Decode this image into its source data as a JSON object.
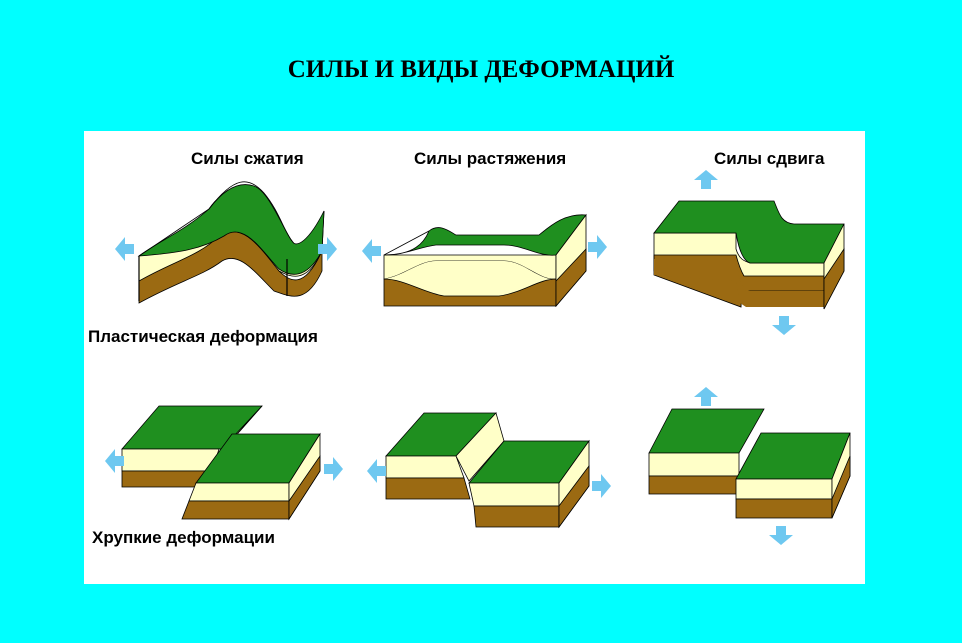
{
  "title": "СИЛЫ И ВИДЫ ДЕФОРМАЦИЙ",
  "columns": {
    "compression": "Силы сжатия",
    "tension": "Силы растяжения",
    "shear": "Силы сдвига"
  },
  "rows": {
    "plastic": "Пластическая деформация",
    "brittle": "Хрупкие деформации"
  },
  "colors": {
    "background": "#00FFFF",
    "panel": "#FFFFFF",
    "grass": "#1F8F1F",
    "sand": "#FFFFC8",
    "soil": "#9B6A12",
    "arrow": "#6EC8F0"
  }
}
